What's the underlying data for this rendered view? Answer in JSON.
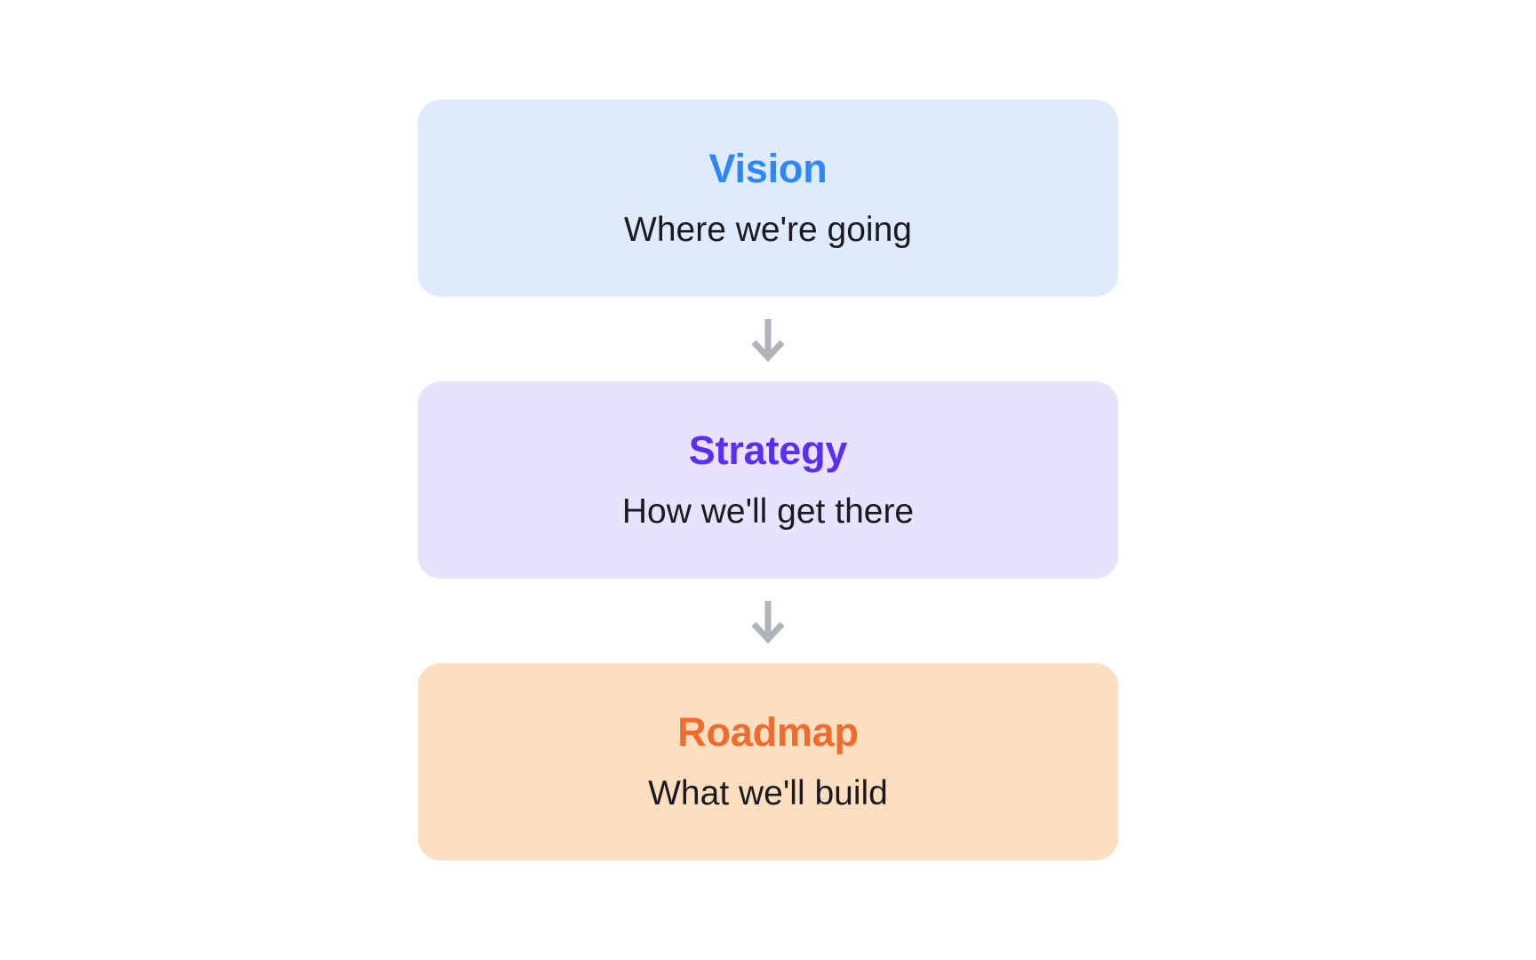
{
  "page": {
    "background": "#ffffff",
    "arrow_color": "#b0b3b8",
    "subtitle_color": "#1a1a20"
  },
  "flow": {
    "connector_icon": "arrow-down-icon",
    "steps": [
      {
        "id": "vision",
        "title": "Vision",
        "subtitle": "Where we're going",
        "background": "#dfeafd",
        "title_color": "#2b87fb"
      },
      {
        "id": "strategy",
        "title": "Strategy",
        "subtitle": "How we'll get there",
        "background": "#e8e2fd",
        "title_color": "#5b2ef5"
      },
      {
        "id": "roadmap",
        "title": "Roadmap",
        "subtitle": "What we'll build",
        "background": "#fcdfc0",
        "title_color": "#f26b2c"
      }
    ]
  }
}
